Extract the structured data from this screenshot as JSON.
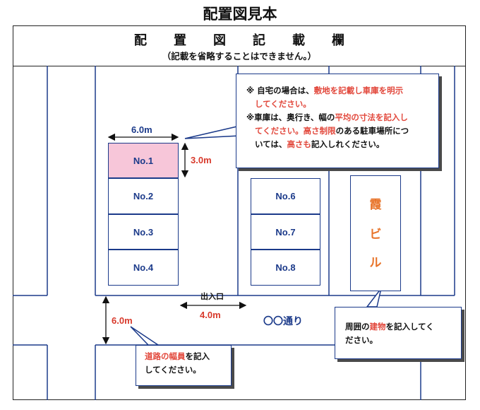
{
  "title": "配置図見本",
  "header": {
    "title": "配置図記載欄",
    "note": "（記載を省略することはできません。）"
  },
  "slots": {
    "left": [
      "No.1",
      "No.2",
      "No.3",
      "No.4"
    ],
    "right": [
      "No.6",
      "No.7",
      "No.8"
    ]
  },
  "dimensions": {
    "slot_width": "6.0m",
    "slot_depth": "3.0m",
    "road_width": "6.0m",
    "entrance_width": "4.0m"
  },
  "labels": {
    "entrance": "出入口",
    "street": "〇〇通り",
    "building": [
      "霞",
      "ビ",
      "ル"
    ]
  },
  "callouts": {
    "top": {
      "line1_pre": "※ 自宅の場合は、",
      "line1_red": "敷地を記載し車庫を明示",
      "line2_red": "してください。",
      "line3_pre": "※車庫は、奥行き、幅の",
      "line3_red": "平均の寸法を記入し",
      "line4_red": "てください。高さ制限",
      "line4_post": "のある駐車場所につ",
      "line5_pre": "いては、",
      "line5_red": "高さも",
      "line5_post": "記入しれください。"
    },
    "road": {
      "line1_red": "道路の幅員",
      "line1_post": "を記入",
      "line2": "してください。"
    },
    "surroundings": {
      "line1_pre": "周囲の",
      "line1_red": "建物",
      "line1_post": "を記入してく",
      "line2": "ださい。"
    }
  },
  "colors": {
    "line": "#1b3a8a",
    "accent_red": "#e2483c",
    "highlight_slot": "#f7c6d9",
    "building_text": "#e8742a"
  }
}
